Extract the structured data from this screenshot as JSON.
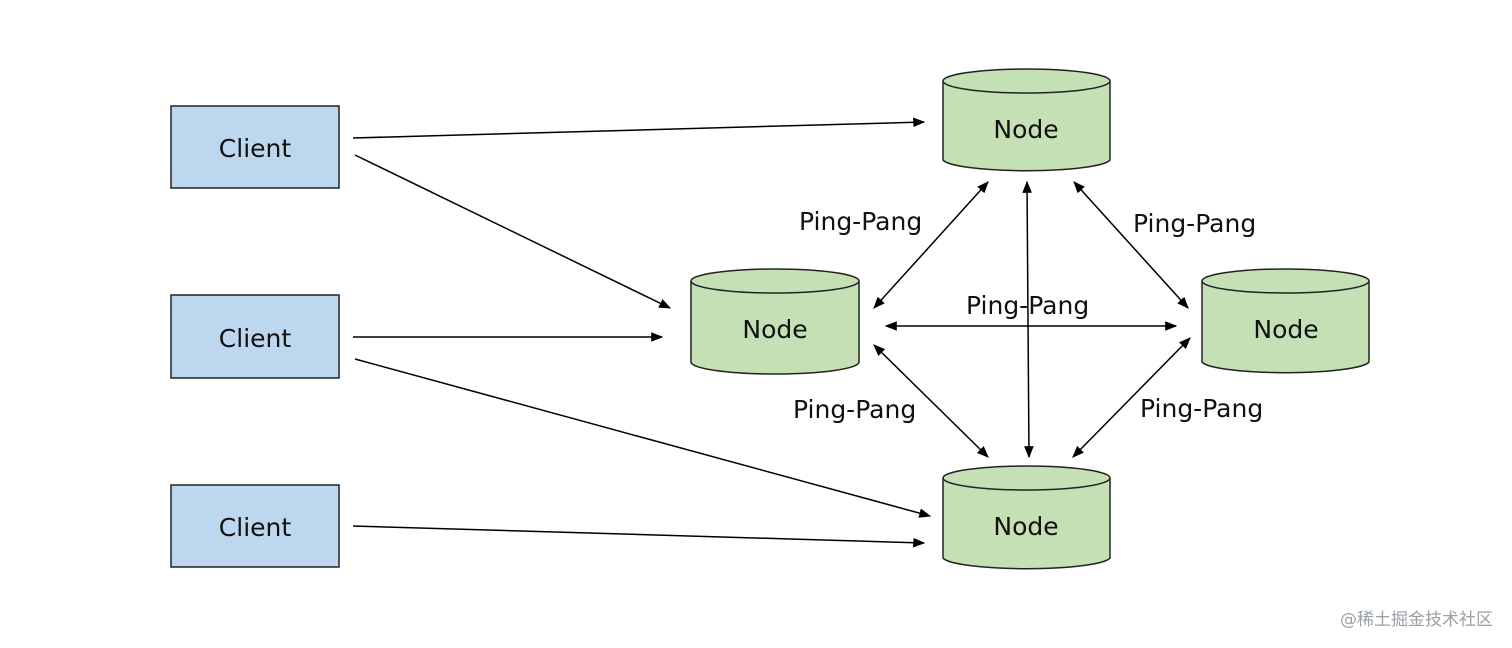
{
  "clients": [
    {
      "id": "c1",
      "label": "Client"
    },
    {
      "id": "c2",
      "label": "Client"
    },
    {
      "id": "c3",
      "label": "Client"
    }
  ],
  "nodes": [
    {
      "id": "n_top",
      "label": "Node"
    },
    {
      "id": "n_left",
      "label": "Node"
    },
    {
      "id": "n_right",
      "label": "Node"
    },
    {
      "id": "n_bottom",
      "label": "Node"
    }
  ],
  "edges": [
    {
      "from": "c1",
      "to": "n_top"
    },
    {
      "from": "c1",
      "to": "n_left"
    },
    {
      "from": "c2",
      "to": "n_left"
    },
    {
      "from": "c2",
      "to": "n_bottom"
    },
    {
      "from": "c3",
      "to": "n_bottom"
    },
    {
      "from": "n_top",
      "to": "n_left",
      "label": "Ping-Pang",
      "bidirectional": true
    },
    {
      "from": "n_top",
      "to": "n_right",
      "label": "Ping-Pang",
      "bidirectional": true
    },
    {
      "from": "n_left",
      "to": "n_right",
      "label": "Ping-Pang",
      "bidirectional": true
    },
    {
      "from": "n_left",
      "to": "n_bottom",
      "label": "Ping-Pang",
      "bidirectional": true
    },
    {
      "from": "n_right",
      "to": "n_bottom",
      "label": "Ping-Pang",
      "bidirectional": true
    },
    {
      "from": "n_top",
      "to": "n_bottom",
      "bidirectional": true
    }
  ],
  "colors": {
    "client_fill": "#bdd7ee",
    "node_fill": "#c5e0b4",
    "stroke": "#222222"
  },
  "watermark": "@稀土掘金技术社区"
}
